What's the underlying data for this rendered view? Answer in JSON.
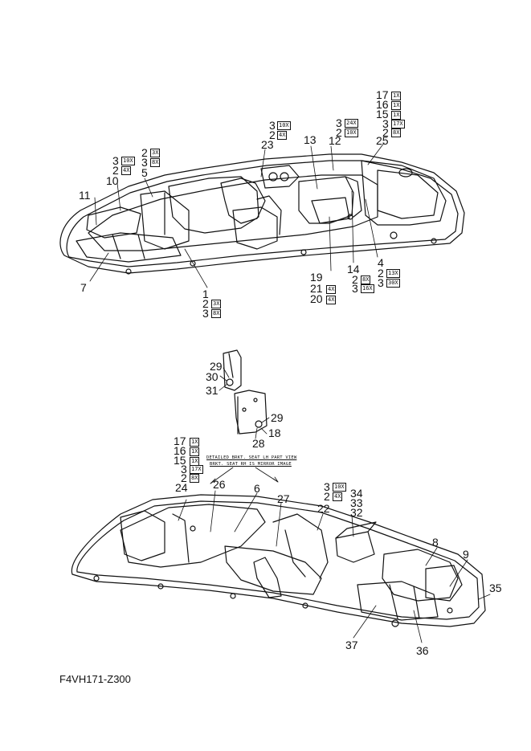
{
  "figure_code": "F4VH171-Z300",
  "detail_note": {
    "line1": "DETAILED BRKT. SEAT LH PART VIEW",
    "line2": "BRKT. SEAT RH IS MIRROR IMAGE"
  },
  "callouts": {
    "c1": "1",
    "c2": "2",
    "c3": "3",
    "c4": "4",
    "c5": "5",
    "c6": "6",
    "c7": "7",
    "c8": "8",
    "c9": "9",
    "c10": "10",
    "c11": "11",
    "c12": "12",
    "c13": "13",
    "c14": "14",
    "c15": "15",
    "c16": "16",
    "c17": "17",
    "c18": "18",
    "c19": "19",
    "c20": "20",
    "c21": "21",
    "c22": "22",
    "c23": "23",
    "c24": "24",
    "c25": "25",
    "c26": "26",
    "c27": "27",
    "c28": "28",
    "c29": "29",
    "c30": "30",
    "c31": "31",
    "c32": "32",
    "c33": "33",
    "c34": "34",
    "c35": "35",
    "c36": "36",
    "c37": "37"
  },
  "qty": {
    "q3x": "3X",
    "q4x": "4X",
    "q8x": "8X",
    "q10x": "10X",
    "q13x": "13X",
    "q16x": "16X",
    "q17x": "17X",
    "q24x": "24X",
    "q30x": "30X",
    "q1x": "1X"
  }
}
